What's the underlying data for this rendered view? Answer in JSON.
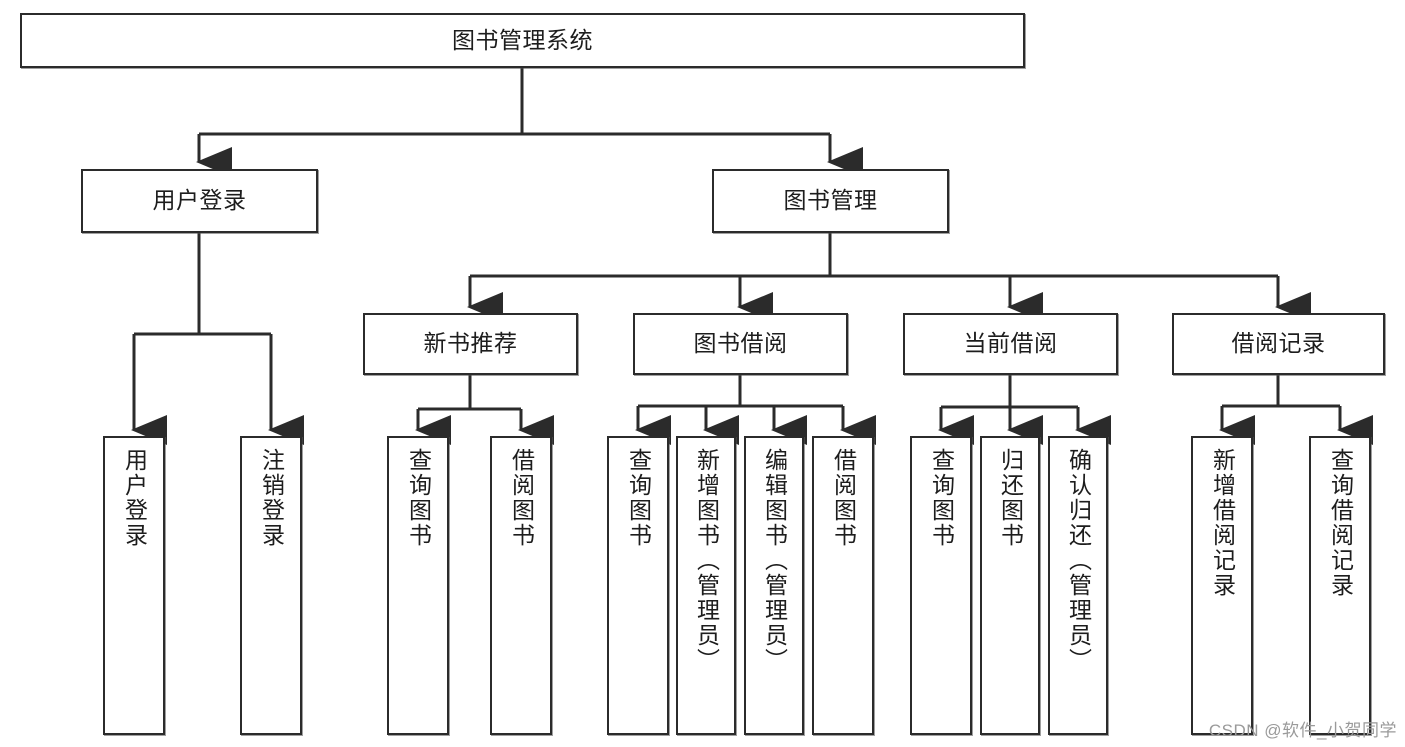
{
  "diagram": {
    "title": "图书管理系统",
    "type": "tree",
    "root": {
      "id": "root",
      "label": "图书管理系统"
    },
    "level2": [
      {
        "id": "user-login",
        "label": "用户登录"
      },
      {
        "id": "book-management",
        "label": "图书管理"
      }
    ],
    "level3": [
      {
        "id": "new-book-recommend",
        "label": "新书推荐"
      },
      {
        "id": "book-borrow",
        "label": "图书借阅"
      },
      {
        "id": "current-borrow",
        "label": "当前借阅"
      },
      {
        "id": "borrow-record",
        "label": "借阅记录"
      }
    ],
    "leaves": {
      "user-login": [
        {
          "id": "leaf-user-login",
          "label": "用户登录"
        },
        {
          "id": "leaf-logout-login",
          "label": "注销登录"
        }
      ],
      "new-book-recommend": [
        {
          "id": "leaf-query-book-1",
          "label": "查询图书"
        },
        {
          "id": "leaf-borrow-book-1",
          "label": "借阅图书"
        }
      ],
      "book-borrow": [
        {
          "id": "leaf-query-book-2",
          "label": "查询图书"
        },
        {
          "id": "leaf-add-book",
          "label": "新增图书（管理员）"
        },
        {
          "id": "leaf-edit-book",
          "label": "编辑图书（管理员）"
        },
        {
          "id": "leaf-borrow-book-2",
          "label": "借阅图书"
        }
      ],
      "current-borrow": [
        {
          "id": "leaf-query-book-3",
          "label": "查询图书"
        },
        {
          "id": "leaf-return-book",
          "label": "归还图书"
        },
        {
          "id": "leaf-confirm-return",
          "label": "确认归还（管理员）"
        }
      ],
      "borrow-record": [
        {
          "id": "leaf-add-record",
          "label": "新增借阅记录"
        },
        {
          "id": "leaf-query-record",
          "label": "查询借阅记录"
        }
      ]
    }
  },
  "watermark": {
    "text": "CSDN @软件_小贺同学"
  },
  "colors": {
    "border": "#2b2b2b",
    "background": "#ffffff",
    "text": "#1d1d1d",
    "watermark": "#9a9a9a"
  }
}
